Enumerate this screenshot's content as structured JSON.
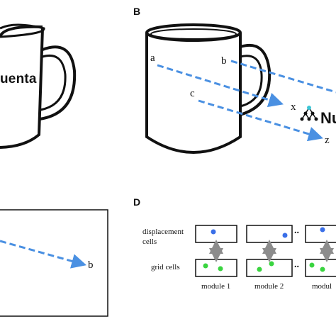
{
  "panels": {
    "a": {
      "mug_text": "uenta"
    },
    "b": {
      "letter": "B",
      "points": {
        "a": "a",
        "b": "b",
        "c": "c",
        "x": "x",
        "z": "z"
      },
      "brand_text": "Nu"
    },
    "c": {
      "point_b": "b"
    },
    "d": {
      "letter": "D",
      "row_labels": {
        "displacement": "displacement",
        "displacement_2": "cells",
        "grid": "grid cells"
      },
      "modules": [
        "module 1",
        "module 2",
        "modul"
      ],
      "ellipsis": ".."
    }
  },
  "colors": {
    "arrow": "#4a90e2",
    "dot_blue": "#3a6fe8",
    "dot_green": "#39d43f",
    "double_arrow": "#8c8c8c",
    "teal_node": "#3cc6d6"
  }
}
